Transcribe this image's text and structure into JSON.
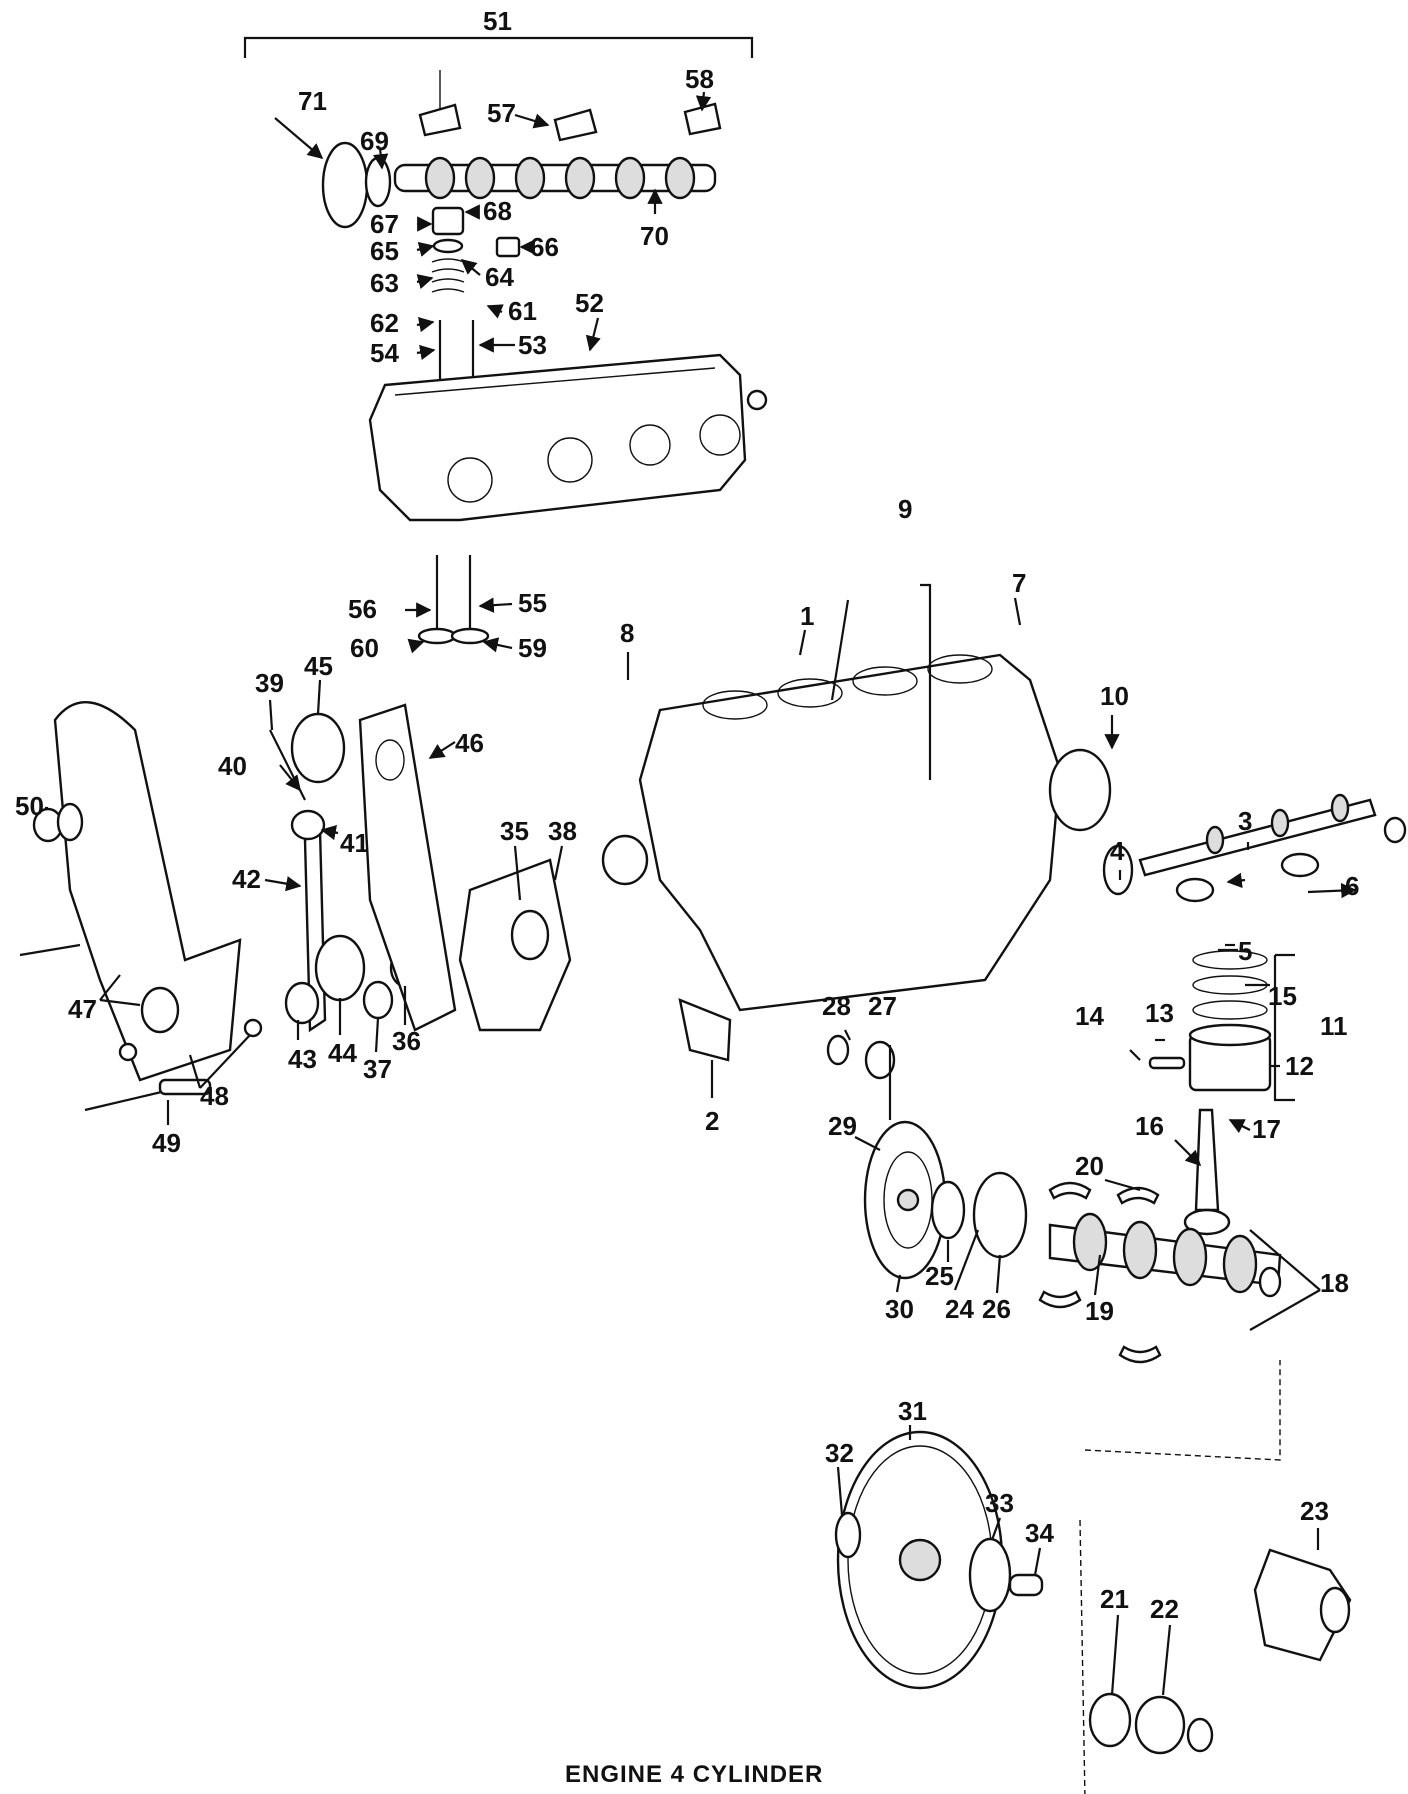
{
  "caption": "ENGINE 4 CYLINDER",
  "callouts": [
    "1",
    "2",
    "3",
    "4",
    "5",
    "6",
    "7",
    "8",
    "9",
    "10",
    "11",
    "12",
    "13",
    "14",
    "15",
    "16",
    "17",
    "18",
    "19",
    "20",
    "21",
    "22",
    "23",
    "24",
    "25",
    "26",
    "27",
    "28",
    "29",
    "30",
    "31",
    "32",
    "33",
    "34",
    "35",
    "36",
    "37",
    "38",
    "39",
    "40",
    "41",
    "42",
    "43",
    "44",
    "45",
    "46",
    "47",
    "48",
    "49",
    "50",
    "51",
    "52",
    "53",
    "54",
    "55",
    "56",
    "57",
    "58",
    "59",
    "60",
    "61",
    "62",
    "63",
    "64",
    "65",
    "66",
    "67",
    "68",
    "69",
    "70",
    "71"
  ]
}
